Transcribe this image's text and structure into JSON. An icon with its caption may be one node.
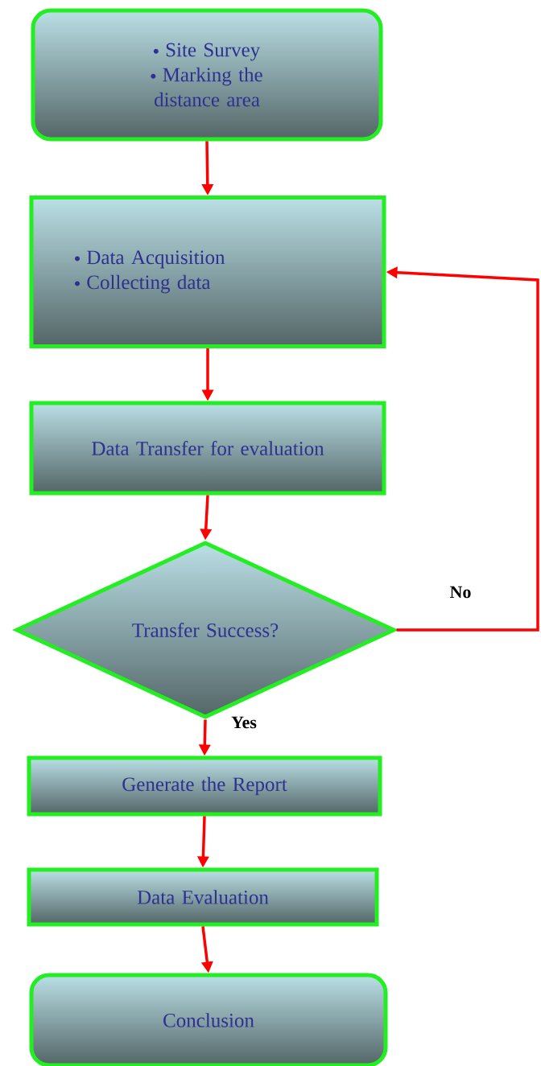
{
  "diagram": {
    "nodes": [
      {
        "text": [
          "Site Survey",
          "Marking the distance area"
        ]
      },
      {
        "text": [
          "Data Acquisition",
          "Collecting data"
        ]
      },
      {
        "text": [
          "Data Transfer for evaluation"
        ]
      },
      {
        "text": [
          "Transfer Success?"
        ]
      },
      {
        "text": [
          "Generate the Report"
        ]
      },
      {
        "text": [
          "Data Evaluation"
        ]
      },
      {
        "text": [
          "Conclusion"
        ]
      }
    ],
    "edges": [
      {
        "from": 0,
        "to": 1,
        "arrow": "to"
      },
      {
        "from": 1,
        "to": 2,
        "arrow": "to"
      },
      {
        "from": 2,
        "to": 3,
        "arrow": "to"
      },
      {
        "from": 3,
        "to": 4,
        "label": "Yes",
        "arrow": "to"
      },
      {
        "from": 4,
        "to": 5,
        "arrow": "to"
      },
      {
        "from": 5,
        "to": 6,
        "arrow": "to"
      },
      {
        "from": 3,
        "to": 1,
        "label": "No",
        "arrow": "to"
      }
    ]
  }
}
